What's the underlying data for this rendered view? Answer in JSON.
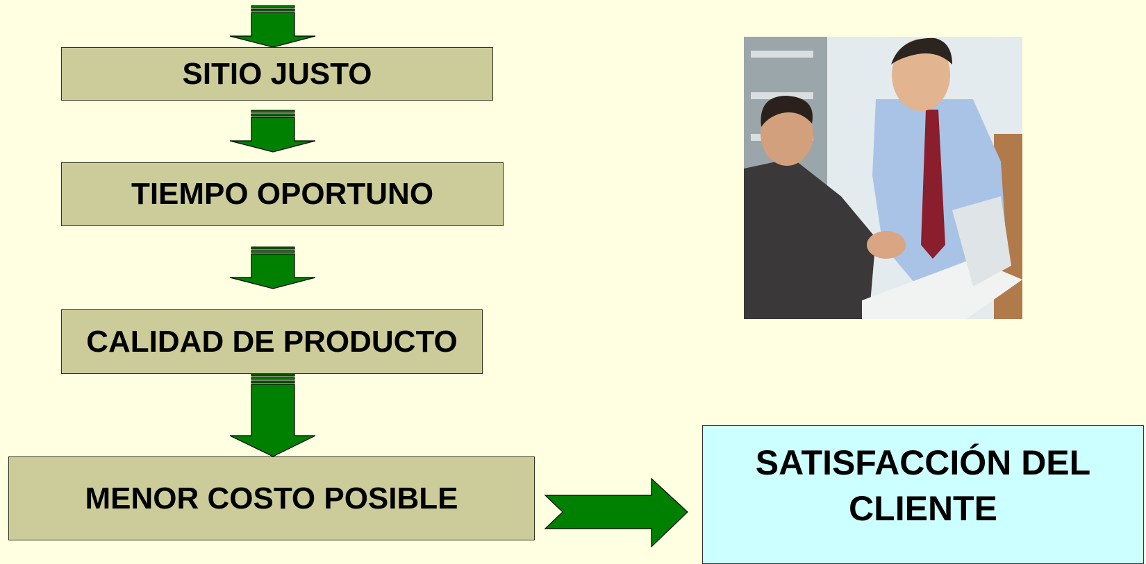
{
  "steps": [
    {
      "label": "SITIO JUSTO"
    },
    {
      "label": "TIEMPO OPORTUNO"
    },
    {
      "label": "CALIDAD DE PRODUCTO"
    },
    {
      "label": "MENOR COSTO POSIBLE"
    }
  ],
  "result": {
    "line1": "SATISFACCIÓN DEL",
    "line2": "CLIENTE"
  },
  "colors": {
    "background": "#ffffe1",
    "step_fill": "#cccc9a",
    "result_fill": "#ccffff",
    "arrow_green": "#008000"
  },
  "photo": {
    "icon": "handshake-photo-icon"
  }
}
